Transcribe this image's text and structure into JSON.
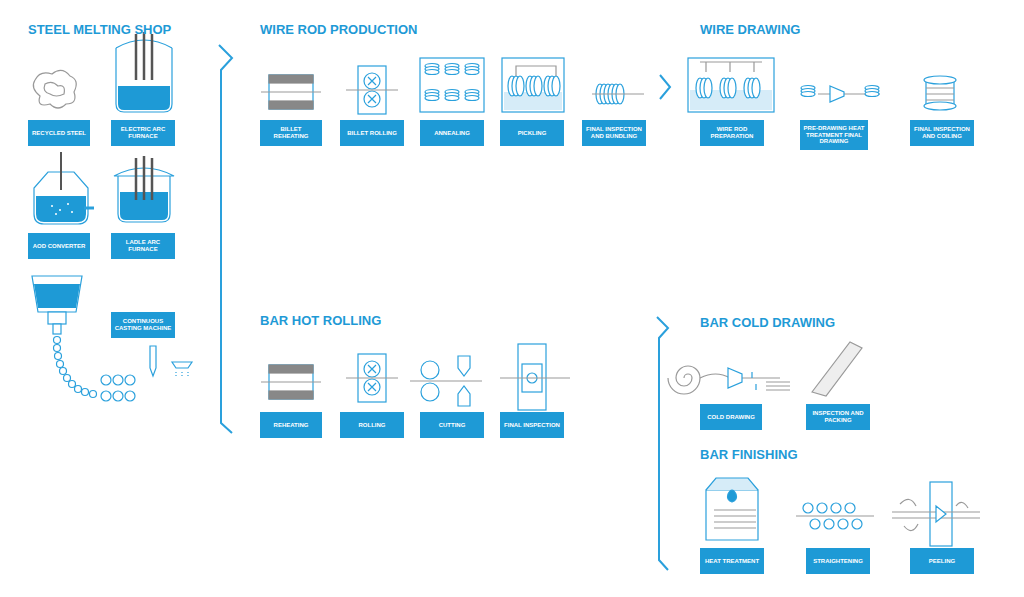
{
  "diagram": {
    "nodes": [
      {
        "text": [
          "RECYCLED STEEL"
        ]
      },
      {
        "text": [
          "ELECTRIC ARC FURNACE"
        ]
      },
      {
        "text": [
          "AOD CONVERTER"
        ]
      },
      {
        "text": [
          "LADLE ARC FURNACE"
        ]
      },
      {
        "text": [
          "CONTINUOUS CASTING MACHINE"
        ]
      },
      {
        "text": [
          "BILLET REHEATING"
        ]
      },
      {
        "text": [
          "BILLET ROLLING"
        ]
      },
      {
        "text": [
          "ANNEALING"
        ]
      },
      {
        "text": [
          "PICKLING"
        ]
      },
      {
        "text": [
          "FINAL INSPECTION AND BUNDLING"
        ]
      },
      {
        "text": [
          "WIRE ROD PREPARATION"
        ]
      },
      {
        "text": [
          "PRE-DRAWING HEAT TREATMENT FINAL DRAWING"
        ]
      },
      {
        "text": [
          "FINAL INSPECTION AND COILING"
        ]
      },
      {
        "text": [
          "REHEATING"
        ]
      },
      {
        "text": [
          "ROLLING"
        ]
      },
      {
        "text": [
          "CUTTING"
        ]
      },
      {
        "text": [
          "FINAL INSPECTION"
        ]
      },
      {
        "text": [
          "COLD DRAWING"
        ]
      },
      {
        "text": [
          "INSPECTION AND PACKING"
        ]
      },
      {
        "text": [
          "HEAT TREATMENT"
        ]
      },
      {
        "text": [
          "STRAIGHTENING"
        ]
      },
      {
        "text": [
          "PEELING"
        ]
      }
    ],
    "labels": [
      "STEEL MELTING SHOP",
      "WIRE ROD PRODUCTION",
      "WIRE DRAWING",
      "BAR HOT ROLLING",
      "BAR COLD DRAWING",
      "BAR FINISHING"
    ]
  }
}
